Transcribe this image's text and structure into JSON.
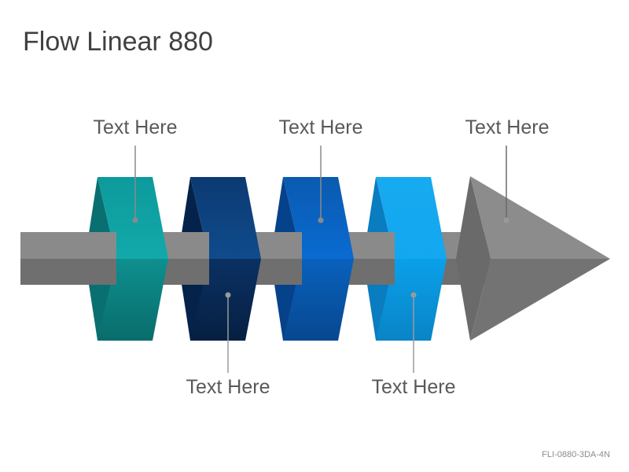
{
  "title": "Flow Linear 880",
  "code": "FLI-0880-3DA-4N",
  "labels": {
    "top_1": "Text Here",
    "top_2": "Text Here",
    "top_3": "Text Here",
    "bottom_1": "Text Here",
    "bottom_2": "Text Here"
  },
  "colors": {
    "band_1": "#1a9e9e",
    "band_2": "#0d3f7a",
    "band_3": "#0b5fb3",
    "band_4": "#13a3e6",
    "arrow": "#7f7f7f",
    "shaft": "#808080"
  }
}
